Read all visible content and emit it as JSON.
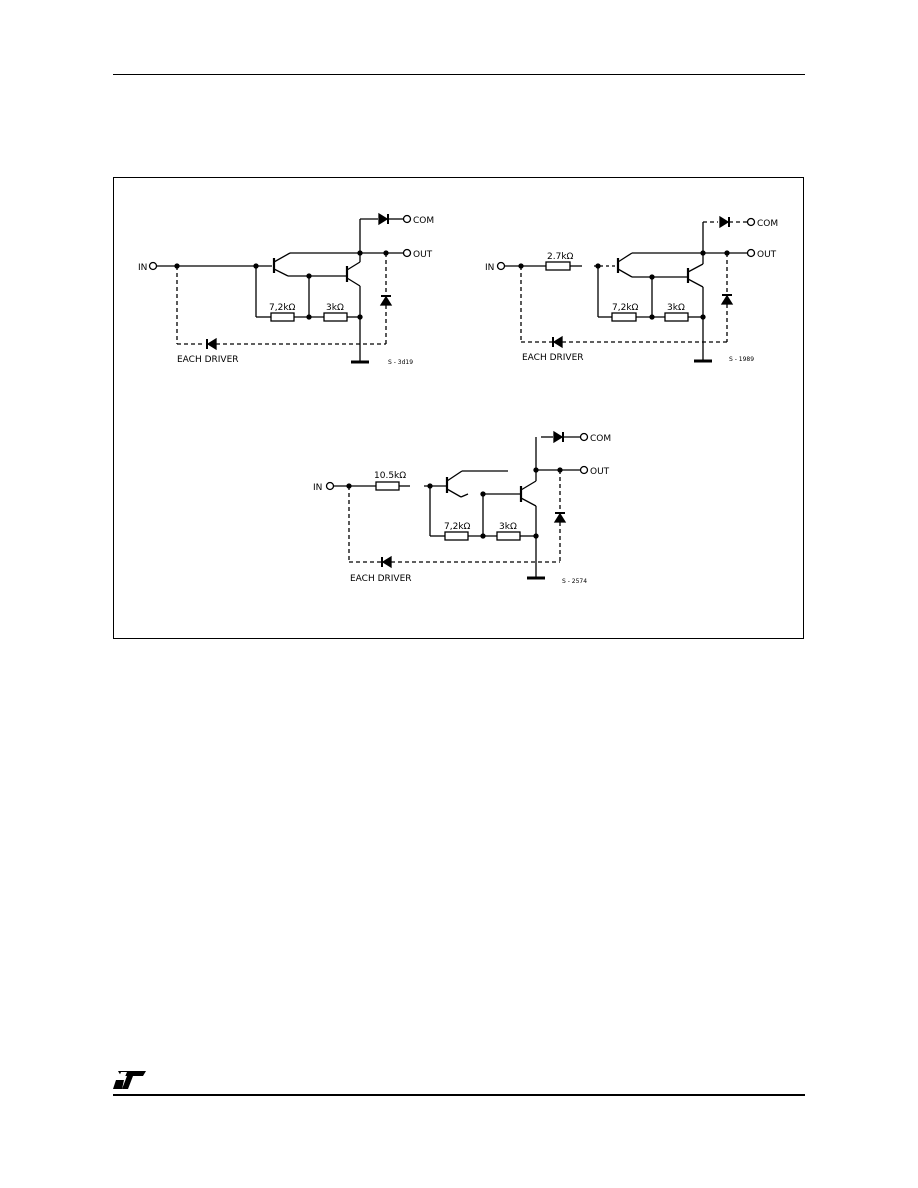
{
  "page": {
    "logo_text": "ST"
  },
  "circuits": [
    {
      "id": "circuit-1",
      "labels": {
        "in": "IN",
        "com": "COM",
        "out": "OUT",
        "r1": "7,2kΩ",
        "r2": "3kΩ",
        "each_driver": "EACH DRIVER",
        "code": "S - 3d19"
      }
    },
    {
      "id": "circuit-2",
      "labels": {
        "in": "IN",
        "com": "COM",
        "out": "OUT",
        "r_in": "2.7kΩ",
        "r1": "7,2kΩ",
        "r2": "3kΩ",
        "each_driver": "EACH DRIVER",
        "code": "S - 1989"
      }
    },
    {
      "id": "circuit-3",
      "labels": {
        "in": "IN",
        "com": "COM",
        "out": "OUT",
        "r_in": "10.5kΩ",
        "r1": "7,2kΩ",
        "r2": "3kΩ",
        "each_driver": "EACH DRIVER",
        "code": "S - 2574"
      }
    }
  ]
}
